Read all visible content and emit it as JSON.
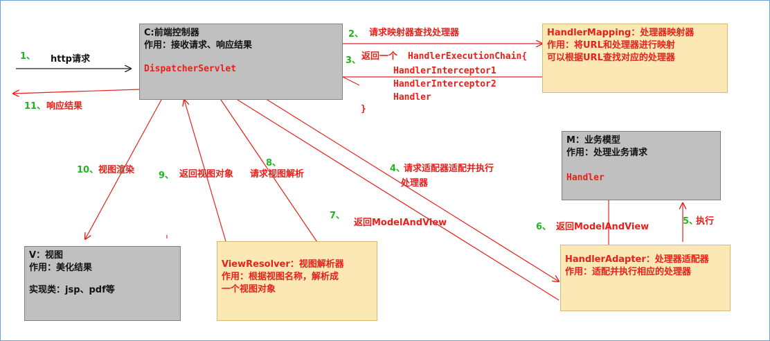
{
  "colors": {
    "red": "#e8201a",
    "green": "#22b422",
    "gray_box": "#c0c0c0",
    "yellow_box": "#fbe8b4"
  },
  "controller": {
    "title": "C:前端控制器",
    "role": "作用：接收请求、响应结果",
    "class_name": "DispatcherServlet"
  },
  "handler_mapping": {
    "title": "HandlerMapping：处理器映射器",
    "role": "作用：将URL和处理器进行映射",
    "role2": "可以根据URL查找对应的处理器"
  },
  "model": {
    "title": "M：业务模型",
    "role": "作用：处理业务请求",
    "class_name": "Handler"
  },
  "handler_adapter": {
    "title": "HandlerAdapter：处理器适配器",
    "role": "作用：适配并执行相应的处理器"
  },
  "view_resolver": {
    "title": "ViewResolver：视图解析器",
    "role": "作用：根据视图名称，解析成",
    "role2": "一个视图对象"
  },
  "view": {
    "title": "V：视图",
    "role": "作用：美化结果",
    "impl": "实现类：jsp、pdf等"
  },
  "chain": {
    "open": "HandlerExecutionChain{",
    "item1": "HandlerInterceptor1",
    "item2": "HandlerInterceptor2",
    "item3": "Handler",
    "close": "}"
  },
  "steps": {
    "s1_num": "1、",
    "s1_text": "http请求",
    "s2_num": "2、",
    "s2_text": "请求映射器查找处理器",
    "s3_num": "3、",
    "s3_text": "返回一个",
    "s4_num": "4、",
    "s4_text": "请求适配器适配并执行",
    "s4_text2": "处理器",
    "s5_num": "5、",
    "s5_text": "执行",
    "s6_num": "6、",
    "s6_text": "返回ModelAndView",
    "s7_num": "7、",
    "s7_text": "返回ModelAndView",
    "s8_num": "8、",
    "s8_text": "请求视图解析",
    "s9_num": "9、",
    "s9_text": "返回视图对象",
    "s10_num": "10、",
    "s10_text": "视图渲染",
    "s11_num": "11、",
    "s11_text": "响应结果"
  }
}
